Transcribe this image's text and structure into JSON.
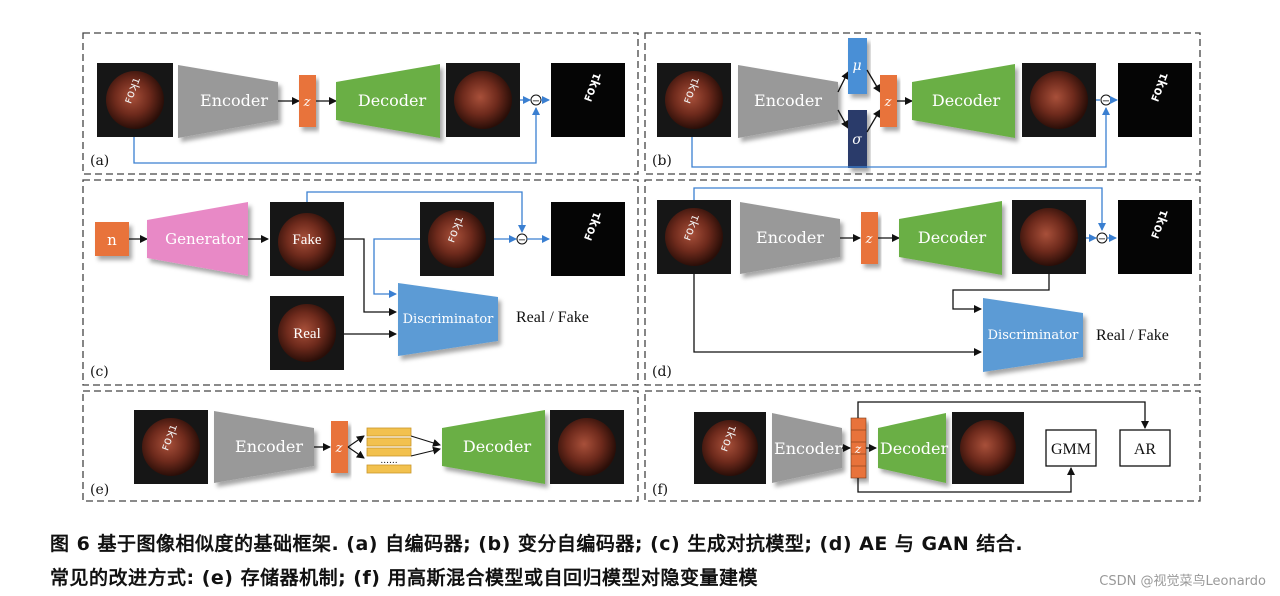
{
  "labels": {
    "encoder": "Encoder",
    "decoder": "Decoder",
    "generator": "Generator",
    "discriminator": "Discriminator",
    "z": "z",
    "mu": "μ",
    "sigma": "σ",
    "n": "n",
    "fake": "Fake",
    "real": "Real",
    "real_fake": "Real / Fake",
    "gmm": "GMM",
    "ar": "AR",
    "minus": "−",
    "dots": "......",
    "mask_text": "ꜰoʞı"
  },
  "panels": {
    "a": "(a)",
    "b": "(b)",
    "c": "(c)",
    "d": "(d)",
    "e": "(e)",
    "f": "(f)"
  },
  "caption": {
    "line1": "图 6   基于图像相似度的基础框架. (a) 自编码器; (b) 变分自编码器; (c) 生成对抗模型; (d) AE 与 GAN 结合.",
    "line2": "常见的改进方式: (e) 存储器机制; (f) 用高斯混合模型或自回归模型对隐变量建模"
  },
  "watermark": "CSDN @视觉菜鸟Leonardo",
  "colors": {
    "encoder": "#999999",
    "decoder": "#6aaf45",
    "generator": "#e889c6",
    "discriminator": "#5b9bd5",
    "latent": "#e8733a",
    "mu": "#4a8fd6",
    "sigma": "#2b3a6b",
    "memory": "#f2c14e",
    "arrow_blue": "#3a7fd1",
    "arrow_black": "#111111"
  }
}
